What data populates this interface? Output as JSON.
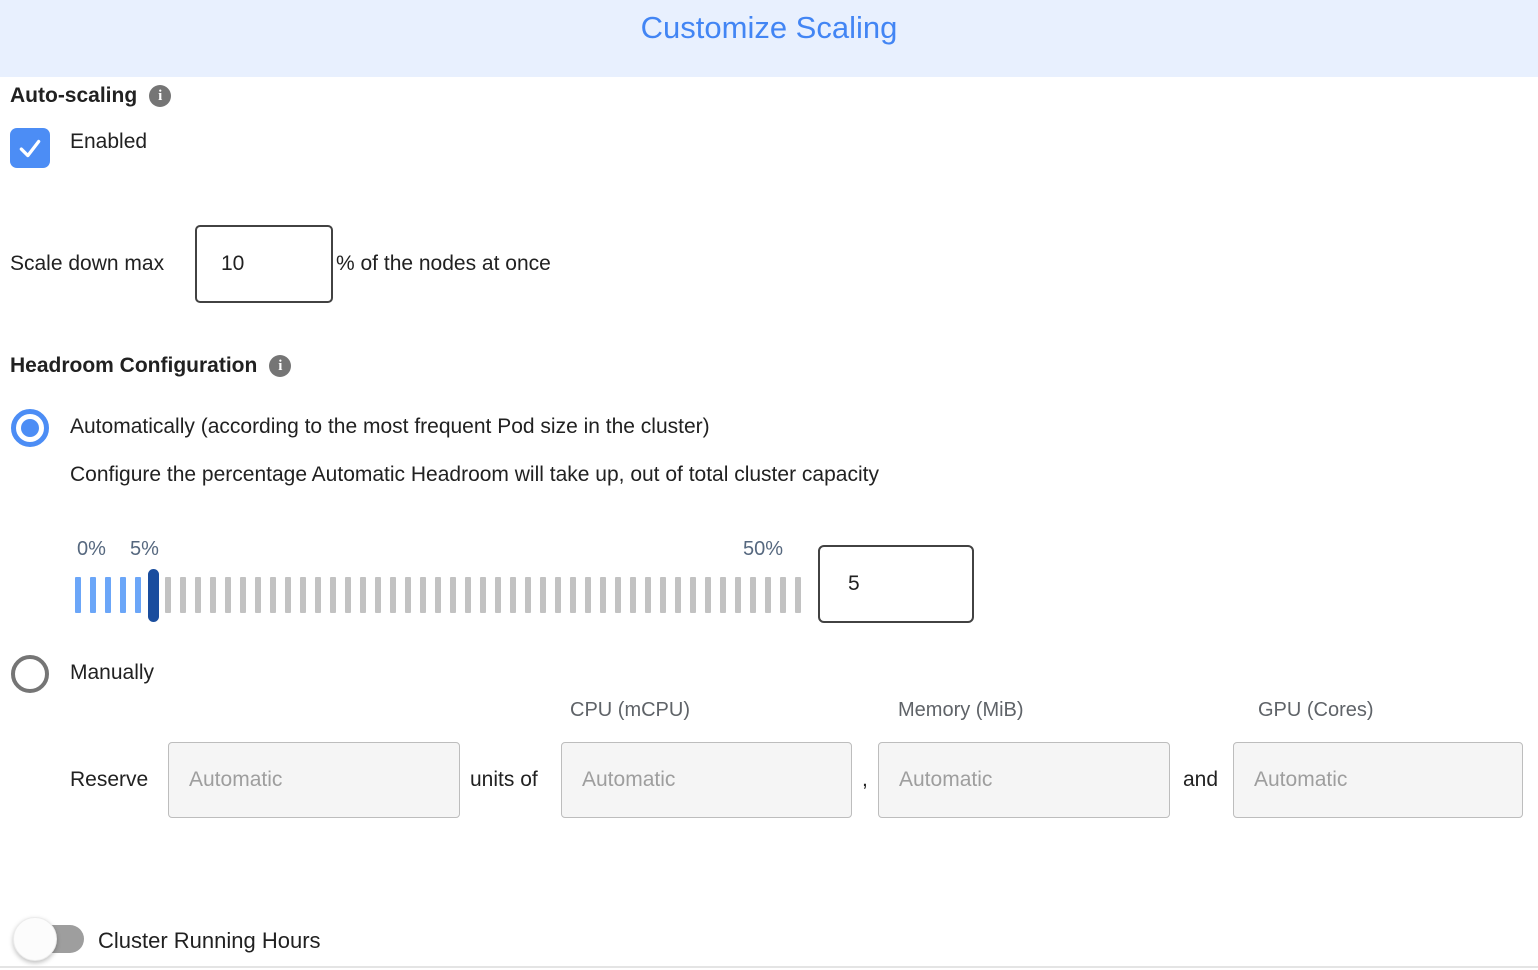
{
  "header": {
    "title": "Customize Scaling"
  },
  "auto_scaling": {
    "label": "Auto-scaling",
    "checkbox_checked": true,
    "enabled_label": "Enabled"
  },
  "scale_down": {
    "prefix": "Scale down max",
    "value": "10",
    "suffix": "% of the nodes at once"
  },
  "headroom": {
    "label": "Headroom Configuration",
    "auto_option_label": "Automatically (according to the most frequent Pod size in the cluster)",
    "auto_option_selected": true,
    "auto_description": "Configure the percentage Automatic Headroom will take up, out of total cluster capacity",
    "slider": {
      "min_label": "0%",
      "current_label": "5%",
      "max_label": "50%",
      "value": "5",
      "tick_count": 49,
      "thumb_index": 5,
      "filled_color": "#6BA6F8",
      "thumb_color": "#1A4D9E",
      "track_color": "#C2C2C2"
    },
    "manual_option_label": "Manually",
    "manual_option_selected": false
  },
  "reserve": {
    "label": "Reserve",
    "units_of_label": "units of",
    "comma_label": ",",
    "and_label": "and",
    "placeholder": "Automatic",
    "columns": [
      "CPU (mCPU)",
      "Memory (MiB)",
      "GPU (Cores)"
    ]
  },
  "cluster_running_hours": {
    "label": "Cluster Running Hours",
    "enabled": false
  },
  "colors": {
    "header_bg": "#E8F0FE",
    "title": "#4285F4",
    "accent_blue": "#4C8DF5",
    "text": "#212121",
    "muted": "#5F6368",
    "input_border": "#424242"
  }
}
